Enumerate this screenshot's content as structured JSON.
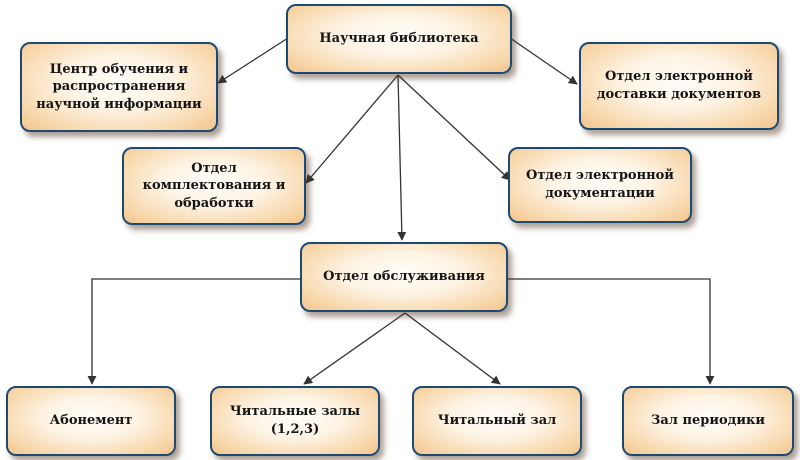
{
  "diagram": {
    "root": {
      "lines": [
        "Научная библиотека"
      ]
    },
    "nodes": {
      "center": {
        "lines": [
          "Центр обучения и",
          "распространения",
          "научной информации"
        ]
      },
      "delivery": {
        "lines": [
          "Отдел электронной",
          "доставки документов"
        ]
      },
      "acquisition": {
        "lines": [
          "Отдел",
          "комплектования и",
          "обработки"
        ]
      },
      "edoc": {
        "lines": [
          "Отдел электронной",
          "документации"
        ]
      },
      "service": {
        "lines": [
          "Отдел обслуживания"
        ]
      },
      "loan": {
        "lines": [
          "Абонемент"
        ]
      },
      "reading_halls": {
        "lines": [
          "Читальные залы",
          "(1,2,3)"
        ]
      },
      "reading_hall": {
        "lines": [
          "Читальный зал"
        ]
      },
      "periodicals": {
        "lines": [
          "Зал периодики"
        ]
      }
    }
  },
  "colors": {
    "border": "#1c4a73",
    "line": "#333333",
    "fill_center": "#fffdf8",
    "fill_edge": "#f3c48d"
  }
}
